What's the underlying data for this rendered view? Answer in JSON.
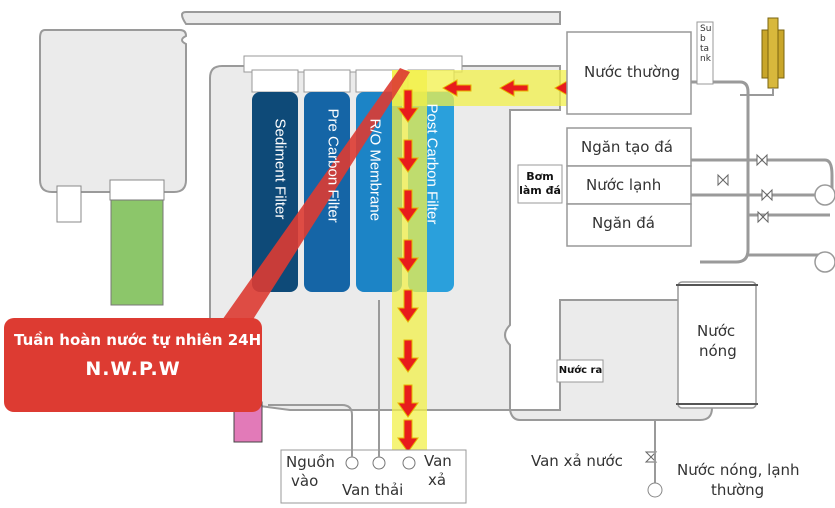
{
  "diagram": {
    "title_callout": {
      "line1": "Tuần hoàn nước tự nhiên 24H",
      "line2": "N.W.P.W",
      "color": "#dd3b32"
    },
    "filters": [
      {
        "label": "Sediment Filter",
        "color": "#0e4a78"
      },
      {
        "label": "Pre Carbon Filter",
        "color": "#1565a6"
      },
      {
        "label": "R/O Membrane",
        "color": "#1c84c6"
      },
      {
        "label": "Post Carbon Filter",
        "color": "#2aa0dc"
      }
    ],
    "tanks": {
      "normal_water": "Nước thường",
      "sub_tank": "Sub tank",
      "ice_maker": "Ngăn tạo đá",
      "cold_water": "Nước lạnh",
      "ice_bin": "Ngăn đá",
      "hot_water_line1": "Nước",
      "hot_water_line2": "nóng"
    },
    "components": {
      "ice_pump_line1": "Bơm",
      "ice_pump_line2": "làm đá",
      "water_out": "Nước ra"
    },
    "inlet_box": {
      "source_line1": "Nguồn",
      "source_line2": "vào",
      "waste_valve": "Van thải",
      "drain_line1": "Van",
      "drain_line2": "xả"
    },
    "outputs": {
      "drain_valve": "Van xả nước",
      "output_line1": "Nước nóng, lạnh",
      "output_line2": "thường"
    },
    "colors": {
      "highlight": "#f2f04a",
      "flow_arrow": "#e81c1c",
      "pipe": "#9a9a9a",
      "panel": "#ebebeb",
      "green_filter": "#8cc66a",
      "solenoid": "#c9a62a",
      "pump": "#e27ab8"
    }
  }
}
